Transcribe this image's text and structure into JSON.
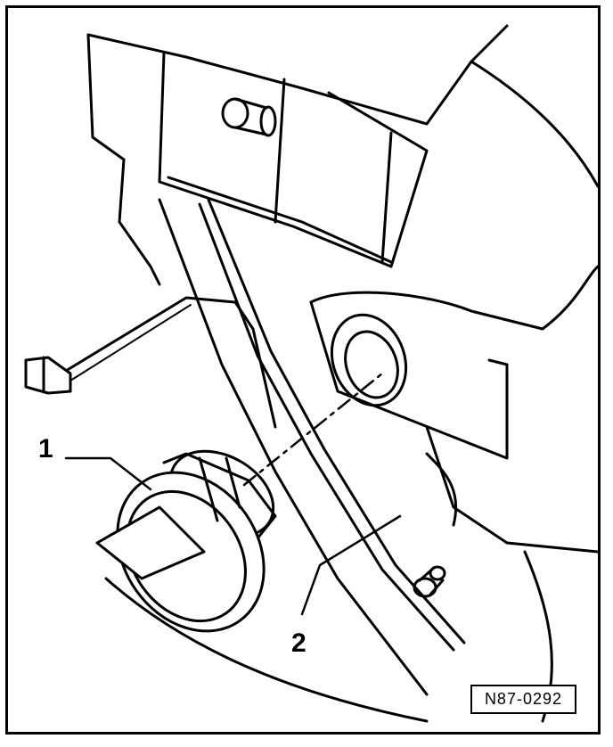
{
  "diagram": {
    "callouts": {
      "part_1": "1",
      "part_2": "2"
    },
    "reference_code": "N87-0292",
    "colors": {
      "line": "#000000",
      "background": "#ffffff"
    },
    "icons": [
      "connector-plug-icon",
      "mounting-bolt-icon"
    ]
  }
}
